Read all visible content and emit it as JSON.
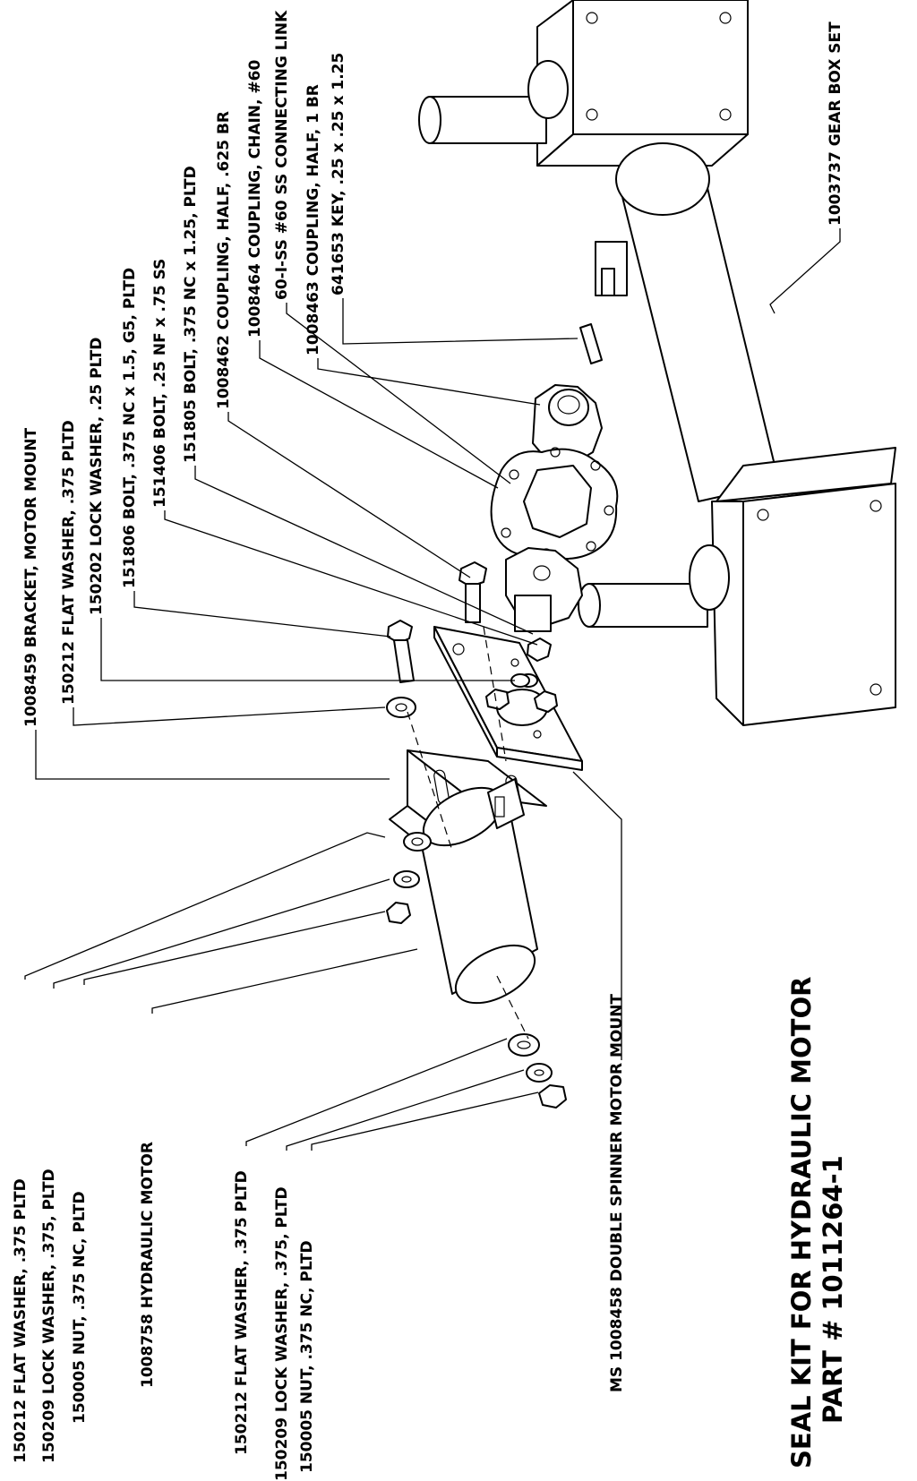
{
  "title": {
    "line1": "SEAL KIT FOR HYDRAULIC MOTOR",
    "line2": "PART # 1011264-1"
  },
  "callouts": [
    {
      "id": "c01",
      "text": "150212 FLAT WASHER, .375 PLTD"
    },
    {
      "id": "c02",
      "text": "150209 LOCK WASHER, .375, PLTD"
    },
    {
      "id": "c03",
      "text": "150005 NUT, .375 NC, PLTD"
    },
    {
      "id": "c04",
      "text": "1008758 HYDRAULIC MOTOR"
    },
    {
      "id": "c05",
      "text": "150212 FLAT WASHER, .375 PLTD"
    },
    {
      "id": "c06",
      "text": "150209 LOCK WASHER, .375, PLTD"
    },
    {
      "id": "c07",
      "text": "150005 NUT, .375 NC, PLTD"
    },
    {
      "id": "c08",
      "text": "MS 1008458 DOUBLE SPINNER MOTOR MOUNT"
    },
    {
      "id": "c09",
      "text": "1008459 BRACKET, MOTOR MOUNT"
    },
    {
      "id": "c10",
      "text": "150212 FLAT WASHER, .375 PLTD"
    },
    {
      "id": "c11",
      "text": "150202 LOCK WASHER, .25 PLTD"
    },
    {
      "id": "c12",
      "text": "151806 BOLT, .375 NC x 1.5, G5, PLTD"
    },
    {
      "id": "c13",
      "text": "151406 BOLT, .25 NF x .75 SS"
    },
    {
      "id": "c14",
      "text": "151805 BOLT, .375 NC x 1.25, PLTD"
    },
    {
      "id": "c15",
      "text": "1008462 COUPLING, HALF, .625 BR"
    },
    {
      "id": "c16",
      "text": "1008464 COUPLING, CHAIN, #60"
    },
    {
      "id": "c17",
      "text": "60-I-SS #60 SS CONNECTING LINK"
    },
    {
      "id": "c18",
      "text": "1008463 COUPLING, HALF, 1 BR"
    },
    {
      "id": "c19",
      "text": "641653 KEY, .25 x .25 x 1.25"
    },
    {
      "id": "c20",
      "text": "1003737 GEAR BOX SET"
    }
  ]
}
